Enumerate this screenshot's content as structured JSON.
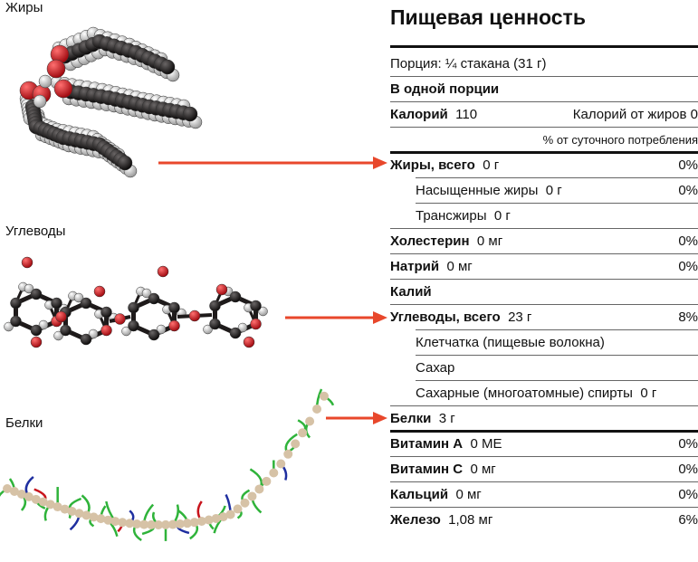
{
  "captions": {
    "fats": "Жиры",
    "carbs": "Углеводы",
    "proteins": "Белки"
  },
  "label": {
    "title": "Пищевая ценность",
    "serving": "Порция: ¼ стакана (31 г)",
    "per_serving": "В одной порции",
    "calories_label": "Калорий",
    "calories_value": "110",
    "calories_from_fat": "Калорий от жиров 0",
    "daily_header": "% от суточного потребления",
    "rows": [
      {
        "name": "Жиры, всего",
        "amount": "0 г",
        "pct": "0%"
      },
      {
        "name": "Насыщенные жиры",
        "amount": "0 г",
        "pct": "0%"
      },
      {
        "name": "Трансжиры",
        "amount": "0 г",
        "pct": ""
      },
      {
        "name": "Холестерин",
        "amount": "0 мг",
        "pct": "0%"
      },
      {
        "name": "Натрий",
        "amount": "0 мг",
        "pct": "0%"
      },
      {
        "name": "Калий",
        "amount": "",
        "pct": ""
      },
      {
        "name": "Углеводы, всего",
        "amount": "23 г",
        "pct": "8%"
      },
      {
        "name": "Клетчатка (пищевые волокна)",
        "amount": "",
        "pct": ""
      },
      {
        "name": "Сахар",
        "amount": "",
        "pct": ""
      },
      {
        "name": "Сахарные (многоатомные) спирты",
        "amount": "0 г",
        "pct": ""
      },
      {
        "name": "Белки",
        "amount": "3 г",
        "pct": ""
      },
      {
        "name": "Витамин A",
        "amount": "0 МЕ",
        "pct": "0%"
      },
      {
        "name": "Витамин C",
        "amount": "0 мг",
        "pct": "0%"
      },
      {
        "name": "Кальций",
        "amount": "0 мг",
        "pct": "0%"
      },
      {
        "name": "Железо",
        "amount": "1,08 мг",
        "pct": "6%"
      }
    ]
  },
  "colors": {
    "arrow": "#e8472b",
    "oxygen": "#e0141c",
    "carbon": "#1e1a1a",
    "hydrogen": "#e6e6e6",
    "amino_backbone": "#d6c2a6",
    "side_green": "#2fb33a",
    "side_blue": "#1f2fa0",
    "side_red": "#c8141c"
  }
}
